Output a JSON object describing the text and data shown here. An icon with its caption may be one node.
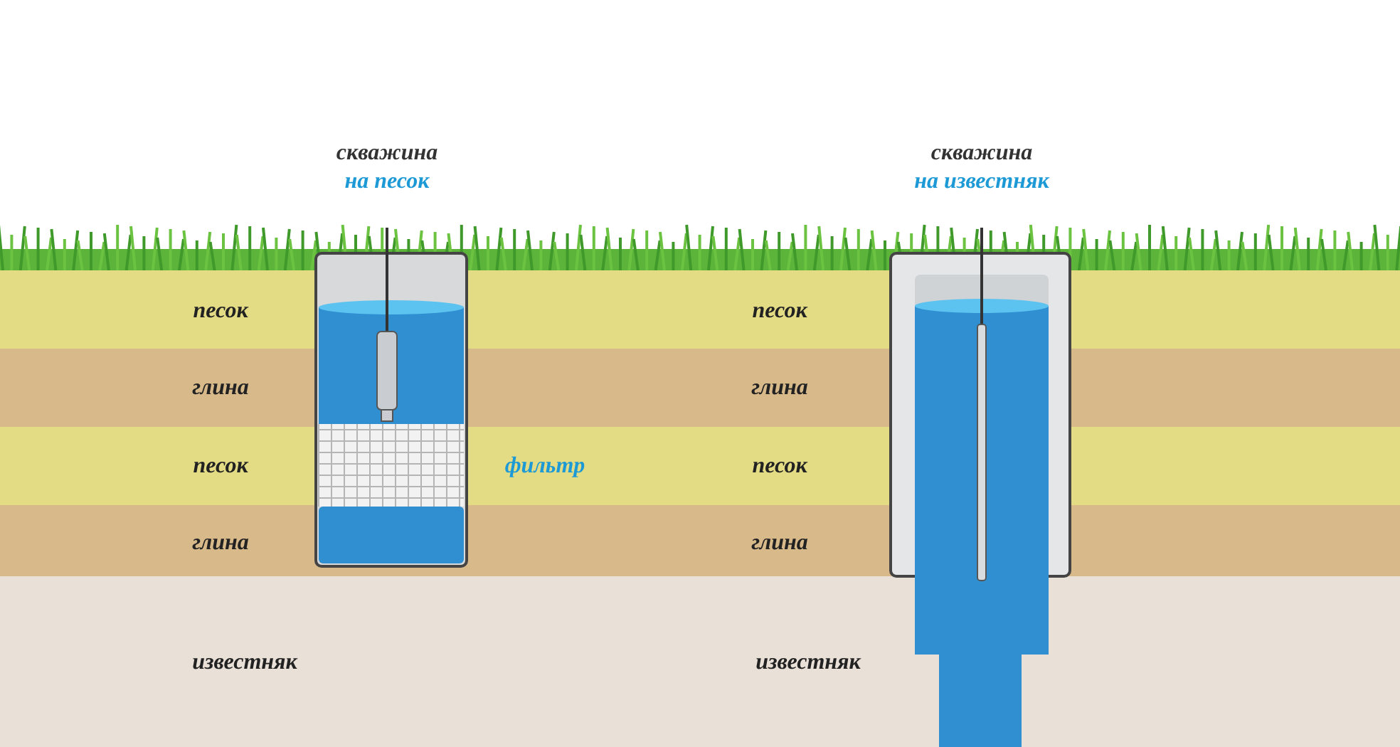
{
  "diagram": {
    "nodes": [
      {
        "text": [
          "скважина",
          "на песок"
        ]
      },
      {
        "text": [
          "скважина",
          "на известняк"
        ]
      }
    ],
    "labels": [
      "песок",
      "песок",
      "глина",
      "глина",
      "песок",
      "фильтр",
      "песок",
      "глина",
      "глина",
      "известняк",
      "известняк"
    ]
  }
}
